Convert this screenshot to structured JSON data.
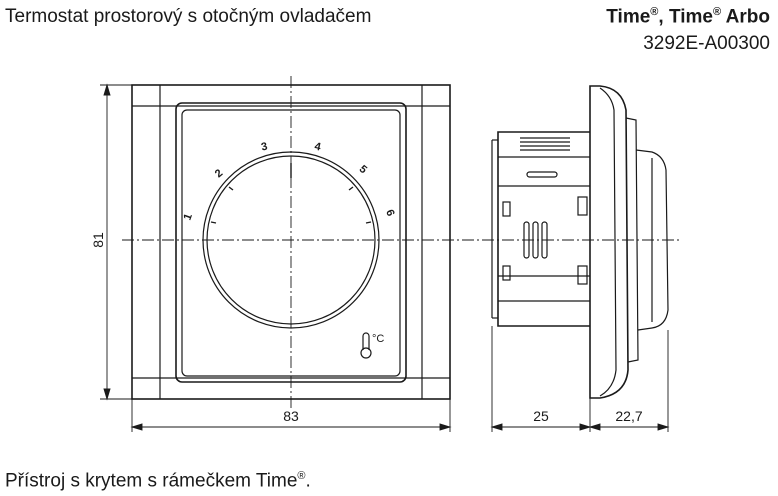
{
  "header": {
    "title": "Termostat prostorový s otočným ovladačem",
    "brand_part1": "Time",
    "brand_sep": ", ",
    "brand_part2": "Time",
    "brand_part3": " Arbo",
    "registered_mark": "®",
    "code": "3292E-A00300"
  },
  "front_view": {
    "dial_marks": [
      "1",
      "2",
      "3",
      "4",
      "5",
      "6"
    ],
    "temp_symbol": "°C",
    "dim_width": "83",
    "dim_height": "81"
  },
  "side_view": {
    "dim_depth_body": "25",
    "dim_depth_front": "22,7"
  },
  "caption": {
    "text": "Přístroj s krytem s rámečkem Time",
    "registered_mark": "®",
    "suffix": "."
  }
}
